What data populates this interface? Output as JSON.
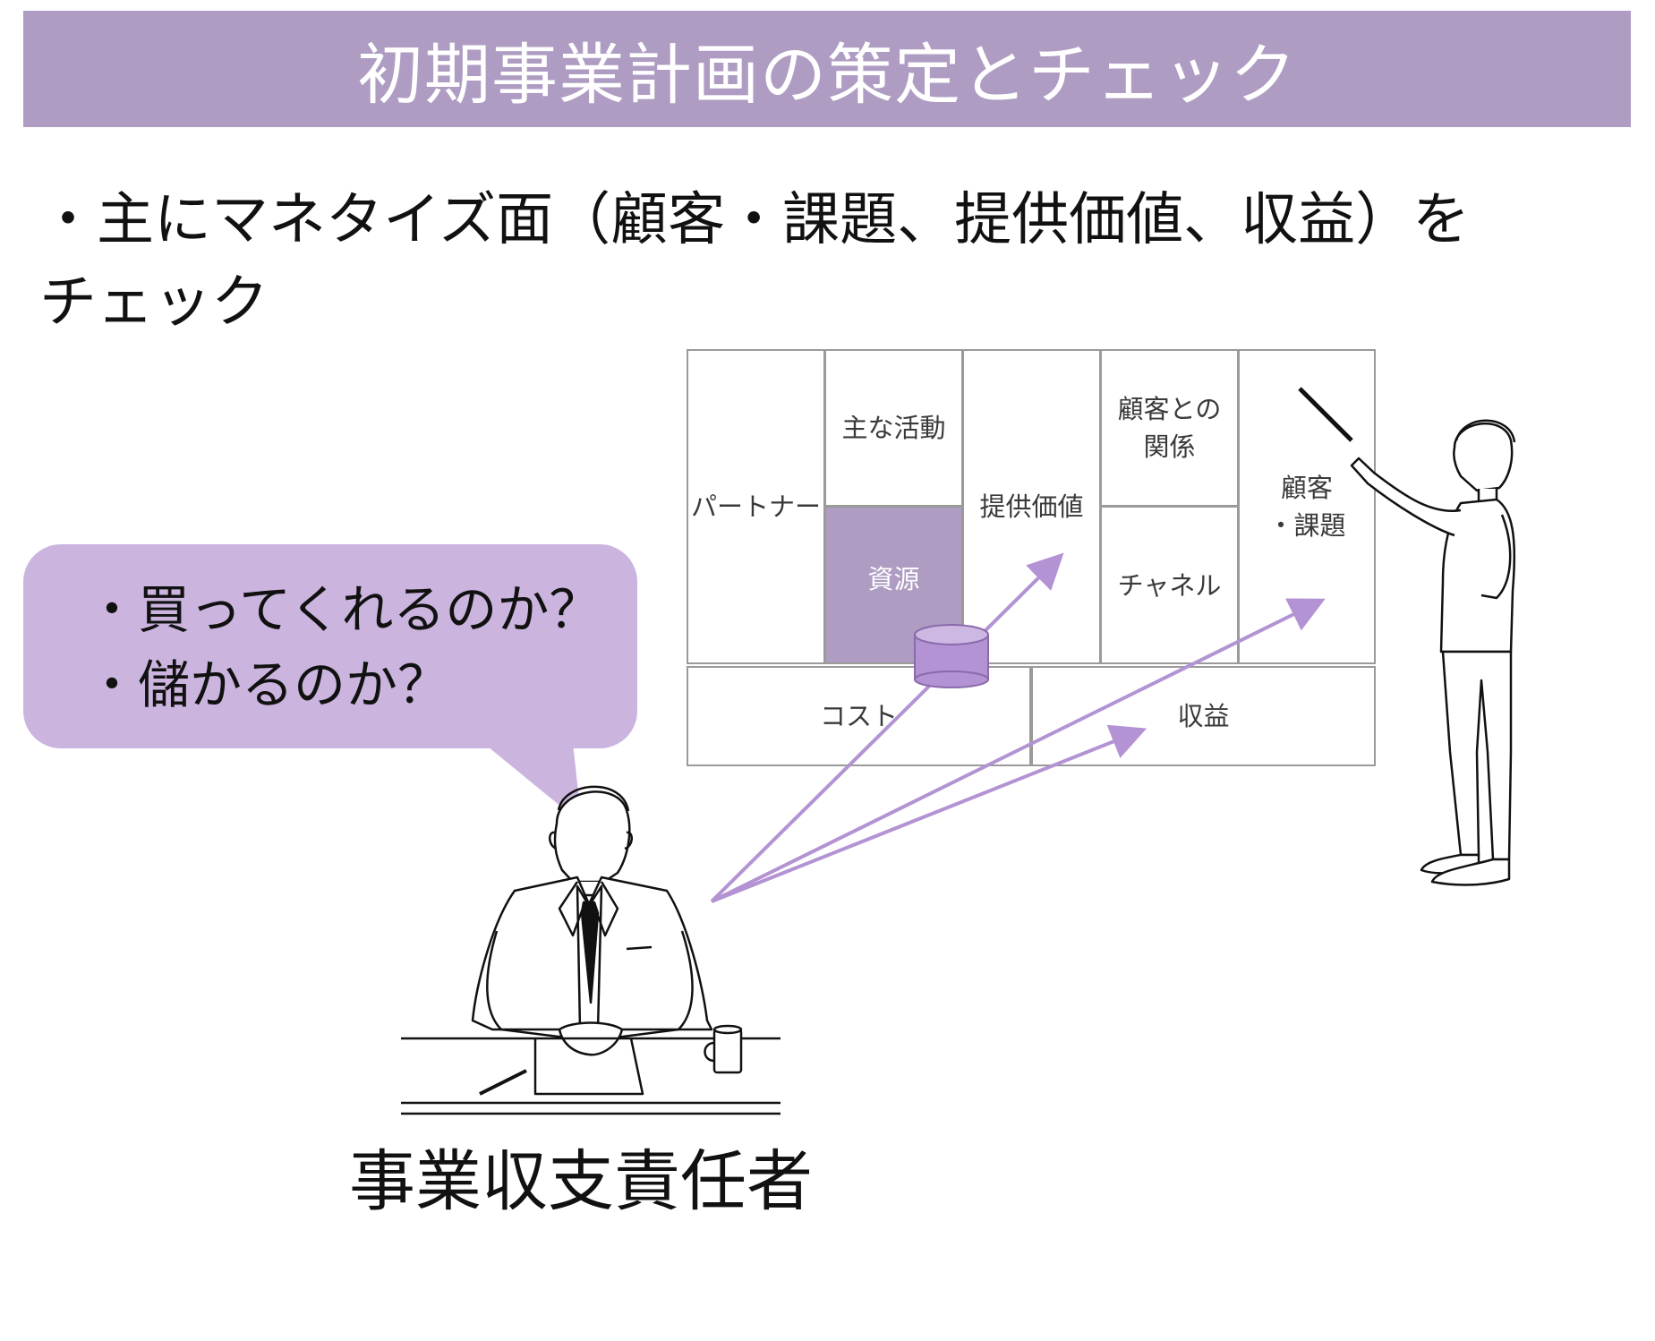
{
  "header": {
    "title": "初期事業計画の策定とチェック"
  },
  "subtitle": {
    "line1": "・主にマネタイズ面（顧客・課題、提供価値、収益）を",
    "line2": "チェック"
  },
  "canvas": {
    "partners": "パートナー",
    "key_activities": "主な活動",
    "key_resources": "資源",
    "value_proposition": "提供価値",
    "customer_relationships_line1": "顧客との",
    "customer_relationships_line2": "関係",
    "channels": "チャネル",
    "customer_segments_line1": "顧客",
    "customer_segments_line2": "・課題",
    "cost": "コスト",
    "revenue": "収益"
  },
  "speech_bubble": {
    "line1": "・買ってくれるのか？",
    "line2": "・儲かるのか？"
  },
  "role_label": "事業収支責任者",
  "colors": {
    "title_bar": "#ae9cc2",
    "bubble": "#cbb5df",
    "arrow": "#b393d3",
    "resources_cell": "#ae9cc2",
    "database": "#b393d3"
  }
}
